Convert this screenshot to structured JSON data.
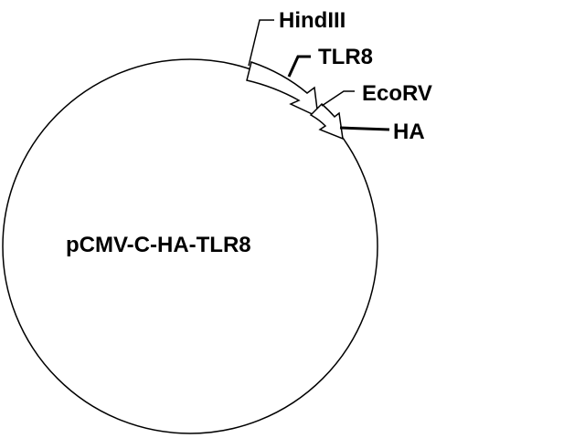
{
  "diagram": {
    "plasmid_name": "pCMV-C-HA-TLR8",
    "features": [
      {
        "label": "HindIII"
      },
      {
        "label": "TLR8"
      },
      {
        "label": "EcoRV"
      },
      {
        "label": "HA"
      }
    ],
    "colors": {
      "stroke": "#000000",
      "fill": "#ffffff",
      "text": "#000000"
    }
  }
}
